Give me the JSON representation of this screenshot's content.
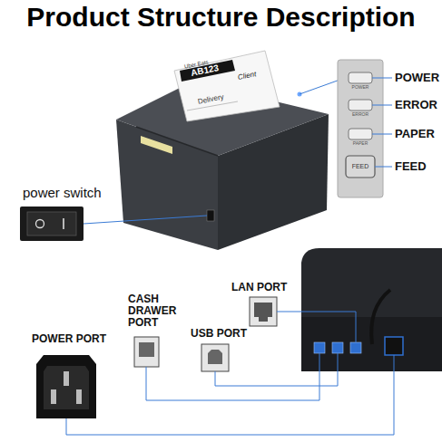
{
  "diagram": {
    "title": "Product Structure Description",
    "labels": [
      "Uber Eats",
      "AB123",
      "Client",
      "Delivery",
      "POWER",
      "ERROR",
      "PAPER",
      "FEED",
      "POWER",
      "ERROR",
      "PAPER",
      "FEED",
      "power switch",
      "LAN PORT",
      "CASH DRAWER PORT",
      "USB PORT",
      "POWER PORT"
    ]
  }
}
